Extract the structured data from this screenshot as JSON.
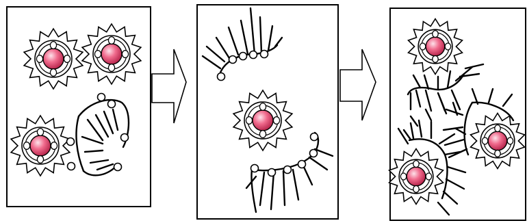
{
  "figure": {
    "panels": [
      {
        "stage": 1,
        "particle_count": 3
      },
      {
        "stage": 2,
        "particle_count": 1
      },
      {
        "stage": 3,
        "particle_count": 3
      }
    ],
    "arrow_count": 2,
    "colors": {
      "outline": "#000000",
      "background": "#ffffff",
      "core_highlight": "#fde2ea",
      "core_mid": "#f06b8d",
      "core_dark": "#b01e45"
    },
    "icons": [
      "starburst-particle",
      "hollow-block-arrow",
      "curved-membrane-with-bristles"
    ]
  }
}
